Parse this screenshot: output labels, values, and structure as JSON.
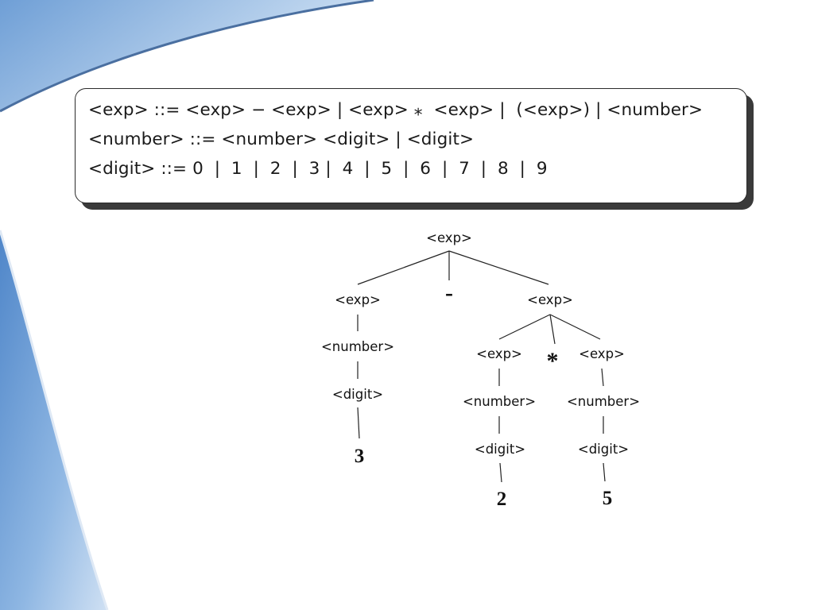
{
  "grammar": {
    "rules": [
      "<exp> ::= <exp> − <exp> | <exp> ⁎  <exp> |  (<exp>) | <number>",
      "<number> ::= <number> <digit> | <digit>",
      "<digit> ::= 0  |  1  |  2  |  3 |  4  |  5  |  6  |  7  |  8  |  9"
    ]
  },
  "tree": {
    "root": "<exp>",
    "left": {
      "exp": "<exp>",
      "number": "<number>",
      "digit": "<digit>",
      "value": "3"
    },
    "operator": "-",
    "right": {
      "exp": "<exp>",
      "operator": "*",
      "left": {
        "exp": "<exp>",
        "number": "<number>",
        "digit": "<digit>",
        "value": "2"
      },
      "right": {
        "exp": "<exp>",
        "number": "<number>",
        "digit": "<digit>",
        "value": "5"
      }
    }
  }
}
